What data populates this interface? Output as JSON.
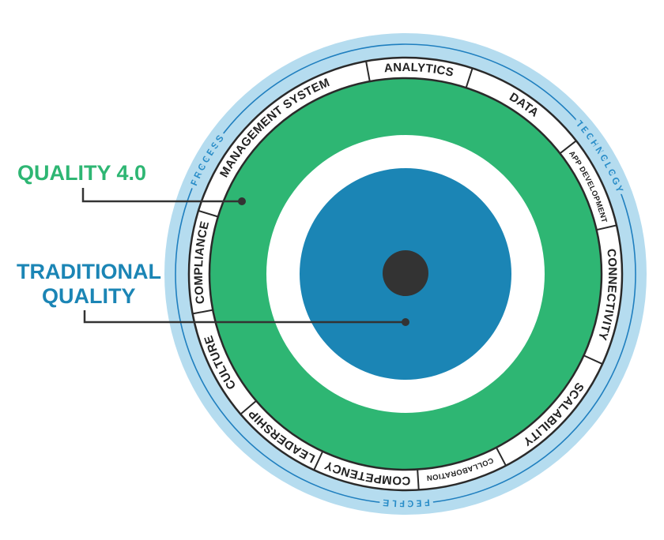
{
  "colors": {
    "outer_ring": "#b5dcef",
    "category_line": "#1f7fbf",
    "category_text": "#2a8dc8",
    "quality40_green": "#2eb673",
    "traditional_blue": "#1b85b5",
    "core": "#333333",
    "segment_ring": "#ffffff",
    "segment_border": "#2a2a2a"
  },
  "legend": {
    "quality40": "QUALITY 4.0",
    "traditional_line1": "TRADITIONAL",
    "traditional_line2": "QUALITY"
  },
  "categories": [
    {
      "label": "PROCESS",
      "angle": -60
    },
    {
      "label": "TECHNOLOGY",
      "angle": 59
    },
    {
      "label": "PEOPLE",
      "angle": 180
    }
  ],
  "segments": [
    {
      "label": "ANALYTICS",
      "start": -10.5,
      "end": 18
    },
    {
      "label": "DATA",
      "start": 18,
      "end": 52
    },
    {
      "label": "APP DEVELOPMENT",
      "start": 52,
      "end": 77,
      "small": true
    },
    {
      "label": "CONNECTIVITY",
      "start": 77,
      "end": 114.6
    },
    {
      "label": "SCALABILITY",
      "start": 114.6,
      "end": 152.4
    },
    {
      "label": "COLLABORATION",
      "start": 152.4,
      "end": 176.5,
      "small": true
    },
    {
      "label": "COMPETENCY",
      "start": 176.5,
      "end": 205
    },
    {
      "label": "LEADERSHIP",
      "start": 205,
      "end": 229.6
    },
    {
      "label": "CULTURE",
      "start": 229.6,
      "end": 259.4
    },
    {
      "label": "COMPLIANCE",
      "start": 259.4,
      "end": 287
    },
    {
      "label": "MANAGEMENT SYSTEM",
      "start": 287,
      "end": 349.5
    }
  ]
}
